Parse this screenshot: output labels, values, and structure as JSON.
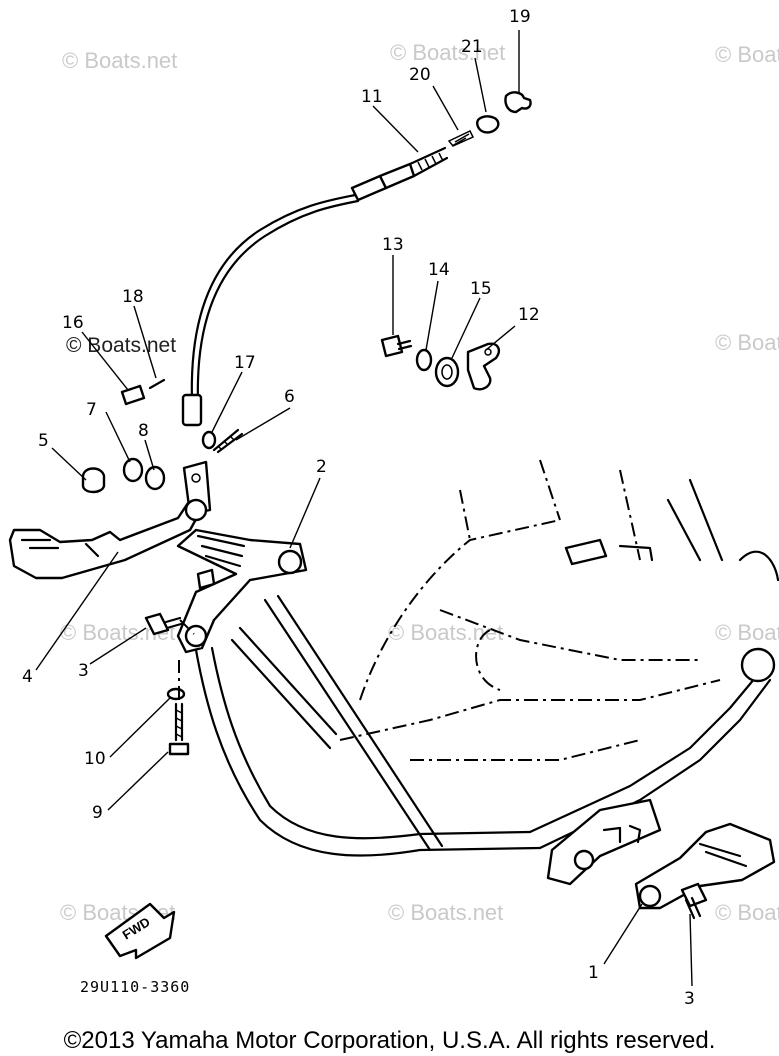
{
  "watermark": "© Boats.net",
  "diagram_code": "29U110-3360",
  "fwd_label": "FWD",
  "copyright": "©2013 Yamaha Motor Corporation, U.S.A. All rights reserved.",
  "callouts": [
    "19",
    "21",
    "20",
    "11",
    "13",
    "14",
    "15",
    "12",
    "18",
    "16",
    "17",
    "6",
    "7",
    "8",
    "5",
    "2",
    "4",
    "3",
    "10",
    "9",
    "1",
    "3"
  ]
}
